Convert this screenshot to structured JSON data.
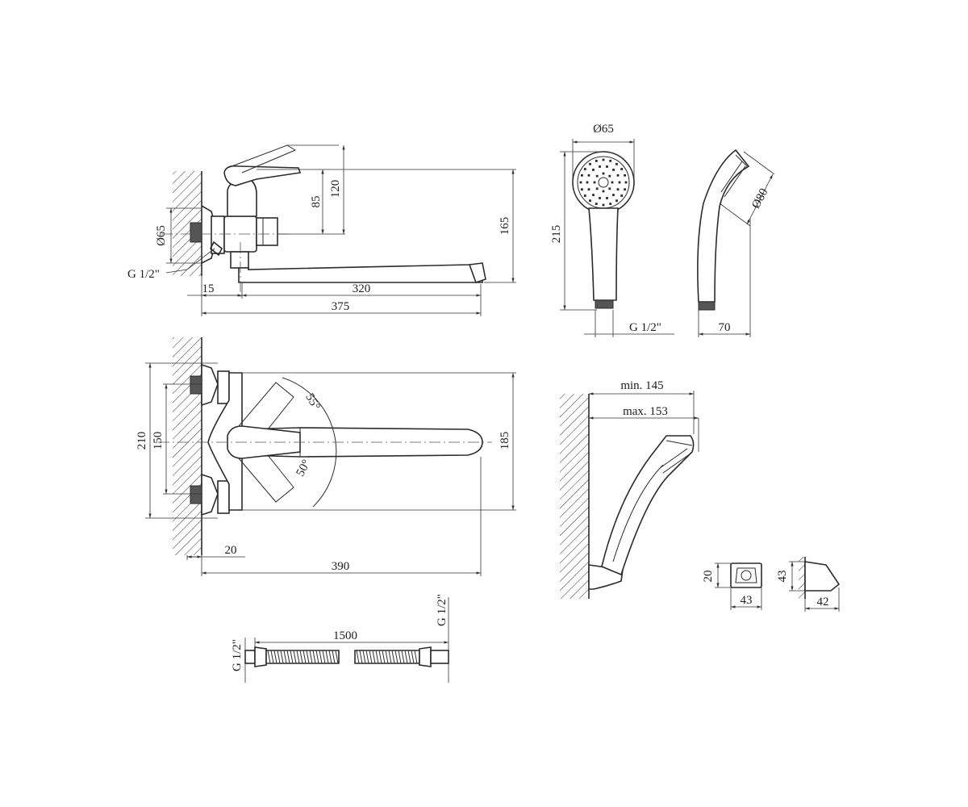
{
  "side_view": {
    "dim_d65": "Ø65",
    "dim_85": "85",
    "dim_120": "120",
    "dim_165": "165",
    "dim_15": "15",
    "dim_320": "320",
    "dim_375": "375",
    "thread": "G 1/2\""
  },
  "handshower": {
    "dim_d65": "Ø65",
    "dim_215": "215",
    "thread": "G 1/2\"",
    "dim_70": "70",
    "dim_d80": "Ø80"
  },
  "top_view": {
    "dim_210": "210",
    "dim_150": "150",
    "dim_185": "185",
    "angle_55": "55°",
    "angle_50": "50°",
    "dim_20": "20",
    "dim_390": "390"
  },
  "wall_holder": {
    "min": "min. 145",
    "max": "max. 153"
  },
  "bracket": {
    "dim_20": "20",
    "dim_43_front": "43",
    "dim_43_side": "43",
    "dim_42": "42"
  },
  "hose": {
    "length": "1500",
    "thread_left": "G 1/2\"",
    "thread_right": "G 1/2\""
  }
}
